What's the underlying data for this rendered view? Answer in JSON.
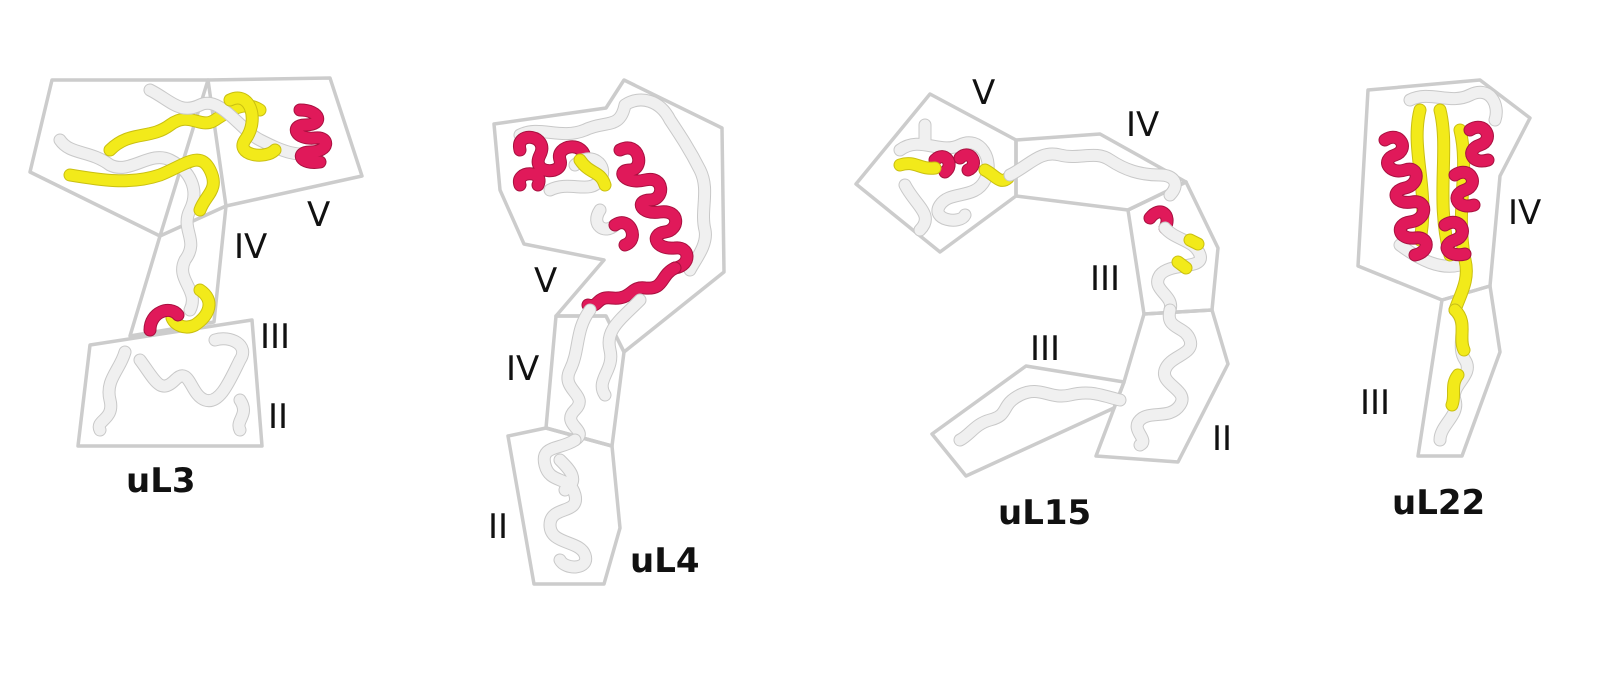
{
  "colors": {
    "frame": "#cccccc",
    "coil": "#f0f0f0",
    "strand": "#f2ea1a",
    "helix": "#e0195a",
    "text": "#111111"
  },
  "proteins": [
    {
      "name": "uL3",
      "domains": [
        "V",
        "IV",
        "III",
        "II"
      ]
    },
    {
      "name": "uL4",
      "domains": [
        "V",
        "IV",
        "II"
      ]
    },
    {
      "name": "uL15",
      "domains": [
        "V",
        "IV",
        "III",
        "III",
        "II"
      ]
    },
    {
      "name": "uL22",
      "domains": [
        "IV",
        "III"
      ]
    }
  ]
}
